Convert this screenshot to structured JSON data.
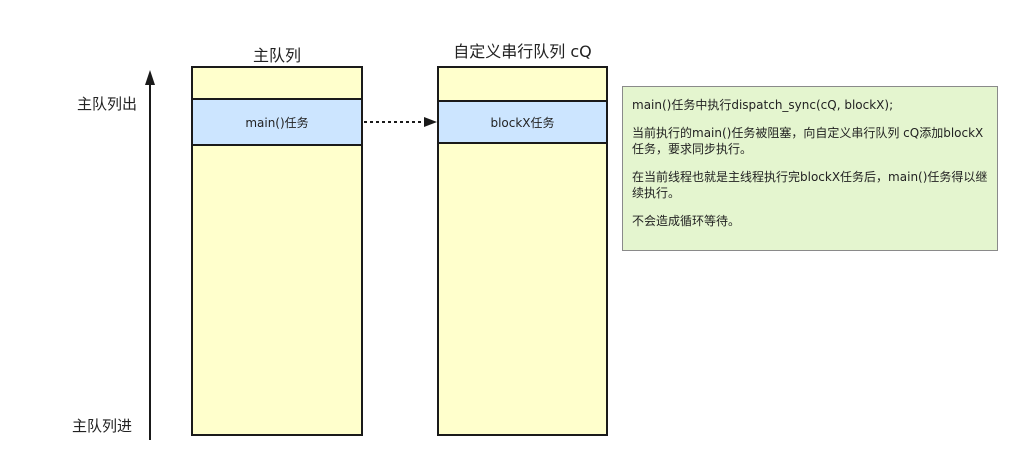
{
  "axis": {
    "top_label": "主队列出",
    "bottom_label": "主队列进"
  },
  "main_queue": {
    "title": "主队列",
    "task_label": "main()任务"
  },
  "custom_queue": {
    "title": "自定义串行队列 cQ",
    "task_label": "blockX任务"
  },
  "note": {
    "paragraphs": [
      "main()任务中执行dispatch_sync(cQ, blockX);",
      "当前执行的main()任务被阻塞，向自定义串行队列 cQ添加blockX任务，要求同步执行。",
      "在当前线程也就是主线程执行完blockX任务后，main()任务得以继续执行。",
      "不会造成循环等待。"
    ]
  },
  "colors": {
    "queue_fill": "#ffffcc",
    "task_fill": "#cce5ff",
    "note_fill": "#e4f5cf",
    "stroke": "#1a1a1a"
  }
}
